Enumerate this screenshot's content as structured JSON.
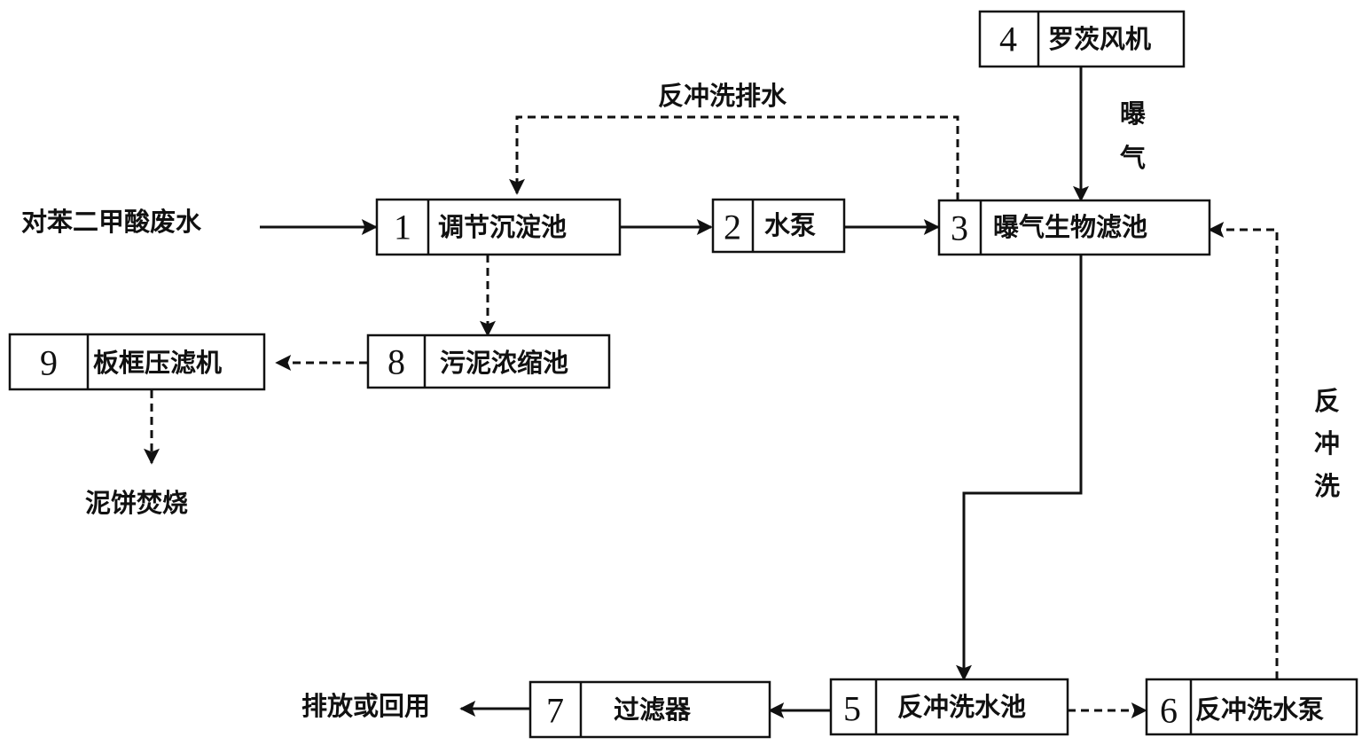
{
  "nodes": [
    {
      "id": "n1",
      "number": "1",
      "label": "调节沉淀池"
    },
    {
      "id": "n2",
      "number": "2",
      "label": "水泵"
    },
    {
      "id": "n3",
      "number": "3",
      "label": "曝气生物滤池"
    },
    {
      "id": "n4",
      "number": "4",
      "label": "罗茨风机"
    },
    {
      "id": "n5",
      "number": "5",
      "label": "反冲洗水池"
    },
    {
      "id": "n6",
      "number": "6",
      "label": "反冲洗水泵"
    },
    {
      "id": "n7",
      "number": "7",
      "label": "过滤器"
    },
    {
      "id": "n8",
      "number": "8",
      "label": "污泥浓缩池"
    },
    {
      "id": "n9",
      "number": "9",
      "label": "板框压滤机"
    }
  ],
  "labels": {
    "input": "对苯二甲酸废水",
    "output": "排放或回用",
    "sludge_cake": "泥饼焚烧",
    "backwash_drain": "反冲洗排水",
    "aeration": "曝气",
    "backwash": "反冲洗"
  },
  "edges": [
    {
      "from": "input",
      "to": "n1",
      "style": "solid"
    },
    {
      "from": "n1",
      "to": "n2",
      "style": "solid"
    },
    {
      "from": "n2",
      "to": "n3",
      "style": "solid"
    },
    {
      "from": "n4",
      "to": "n3",
      "style": "solid",
      "label": "曝气"
    },
    {
      "from": "n3",
      "to": "n5",
      "style": "solid"
    },
    {
      "from": "n5",
      "to": "n7",
      "style": "solid"
    },
    {
      "from": "n7",
      "to": "output",
      "style": "solid"
    },
    {
      "from": "n5",
      "to": "n6",
      "style": "dashed"
    },
    {
      "from": "n6",
      "to": "n3",
      "style": "dashed",
      "label": "反冲洗"
    },
    {
      "from": "n3",
      "to": "n1",
      "style": "dashed",
      "label": "反冲洗排水"
    },
    {
      "from": "n1",
      "to": "n8",
      "style": "dashed"
    },
    {
      "from": "n8",
      "to": "n9",
      "style": "dashed"
    },
    {
      "from": "n9",
      "to": "sludge_cake",
      "style": "dashed"
    }
  ]
}
